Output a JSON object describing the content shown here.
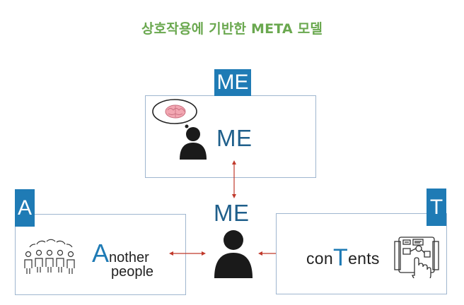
{
  "title": "상호작용에 기반한 META 모델",
  "top_box": {
    "tag": "ME",
    "label": "ME"
  },
  "center_label": "ME",
  "left_box": {
    "tag": "A",
    "big_letter": "A",
    "word_rest": "nother",
    "word2": "people"
  },
  "right_box": {
    "tag": "T",
    "prefix": "con",
    "big_letter": "T",
    "suffix": "ents"
  },
  "colors": {
    "title": "#6aa84f",
    "tag_bg": "#1f7bb5",
    "me_text": "#1f5f8b",
    "arrow": "#c0392b",
    "box_border": "#9fb6cf",
    "brain": "#f2a7b2"
  },
  "icons": {
    "thinking_person": "person-with-thought-bubble-icon",
    "center_person": "person-icon",
    "people_group": "people-group-icon",
    "content_device": "hand-touch-screen-icon"
  }
}
